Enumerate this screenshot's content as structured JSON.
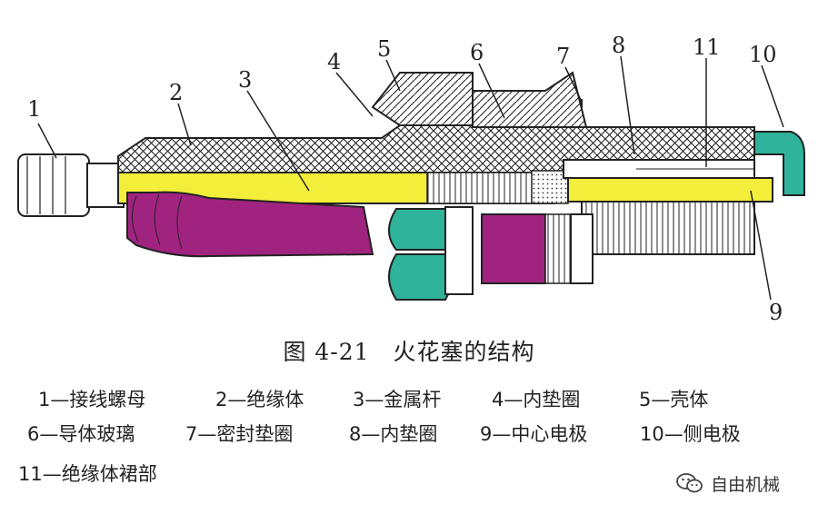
{
  "callouts": [
    {
      "id": "1",
      "label": "1"
    },
    {
      "id": "2",
      "label": "2"
    },
    {
      "id": "3",
      "label": "3"
    },
    {
      "id": "4",
      "label": "4"
    },
    {
      "id": "5",
      "label": "5"
    },
    {
      "id": "6",
      "label": "6"
    },
    {
      "id": "7",
      "label": "7"
    },
    {
      "id": "8",
      "label": "8"
    },
    {
      "id": "11",
      "label": "11"
    },
    {
      "id": "10",
      "label": "10"
    },
    {
      "id": "9",
      "label": "9"
    }
  ],
  "caption": "图 4-21　火花塞的结构",
  "legend": [
    "1—接线螺母",
    "2—绝缘体",
    "3—金属杆",
    "4—内垫圈",
    "5—壳体",
    "6—导体玻璃",
    "7—密封垫圈",
    "8—内垫圈",
    "9—中心电极",
    "10—侧电极",
    "11—绝缘体裙部"
  ],
  "watermark": {
    "text": "自由机械",
    "icon": "wechat-icon"
  },
  "colors": {
    "rod": "#f2ee3a",
    "purple": "#a0237f",
    "teal": "#2fb39b",
    "hatch": "#222222",
    "background": "#ffffff"
  }
}
